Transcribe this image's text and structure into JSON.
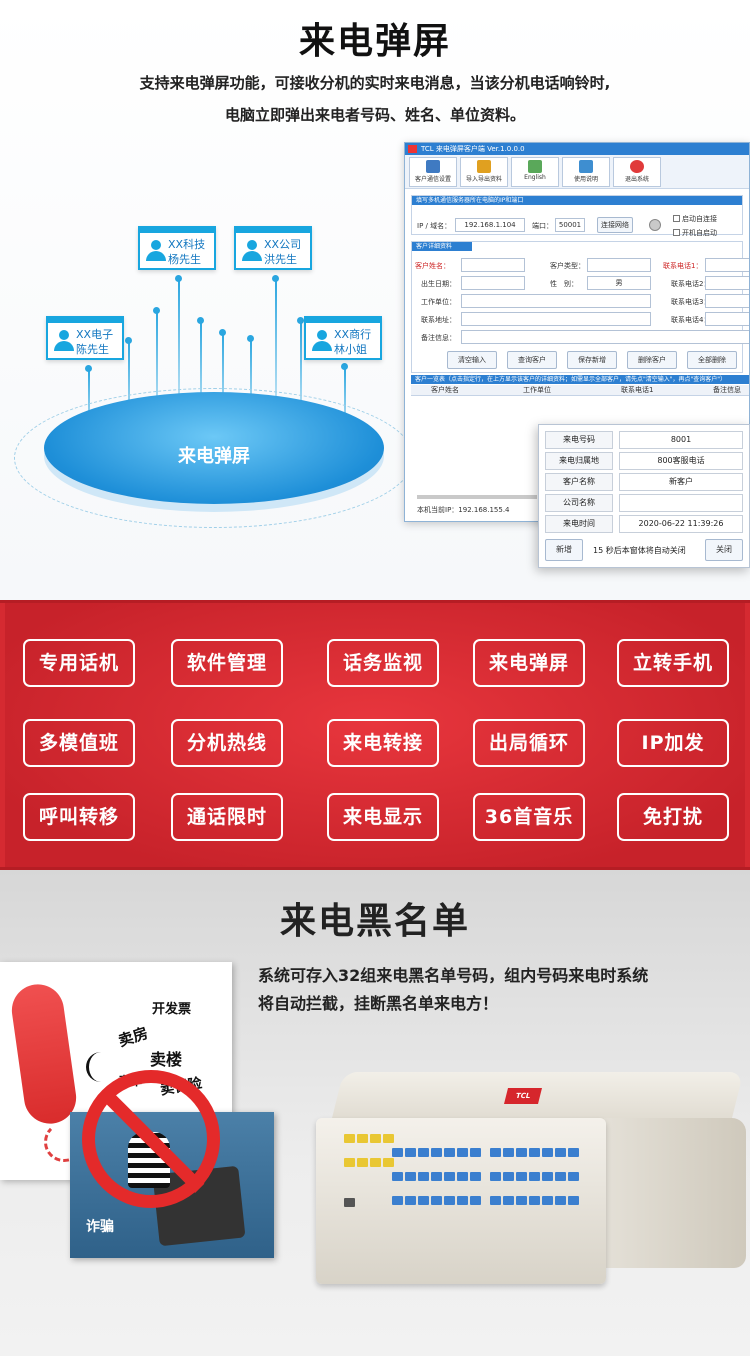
{
  "popup_section": {
    "title": "来电弹屏",
    "desc_line1": "支持来电弹屏功能，可接收分机的实时来电消息，当该分机电话响铃时,",
    "desc_line2": "电脑立即弹出来电者号码、姓名、单位资料。",
    "disc_label": "来电弹屏",
    "cards": [
      {
        "company": "XX电子",
        "person": "陈先生"
      },
      {
        "company": "XX科技",
        "person": "杨先生"
      },
      {
        "company": "XX公司",
        "person": "洪先生"
      },
      {
        "company": "XX商行",
        "person": "林小姐"
      }
    ]
  },
  "app": {
    "title": "TCL 来电弹屏客户端 Ver.1.0.0.0",
    "toolbar": [
      "客户通信设置",
      "导入导出资料",
      "English",
      "使用说明",
      "退出系统"
    ],
    "server_group": "填写多机通信服务器所在电脑的IP和端口",
    "ip_label": "IP / 域名：",
    "ip_value": "192.168.1.104",
    "port_label": "端口：",
    "port_value": "50001",
    "connect_button": "连接网络",
    "auto_connect": "启动自连接",
    "auto_start": "开机自启动",
    "detail_group": "客户详细资料",
    "fields": {
      "name": "客户姓名：",
      "birthday": "出生日期：",
      "company": "工作单位：",
      "address": "联系地址：",
      "note": "备注信息：",
      "type": "客户类型：",
      "gender": "性　别：",
      "gender_value": "男",
      "phone1": "联系电话1：",
      "phone2": "联系电话2：",
      "phone3": "联系电话3：",
      "phone4": "联系电话4："
    },
    "actions": [
      "清空输入",
      "查询客户",
      "保存新增",
      "删除客户",
      "全部删除"
    ],
    "list_bar": "客户一览表（点击指定行，在上方显示该客户的详细资料；如需显示全部客户，请先点\"清空输入\"，再点\"查询客户\"）",
    "list_headers": [
      "客户姓名",
      "工作单位",
      "联系电话1",
      "备注信息"
    ],
    "status": "本机当前IP：192.168.155.4"
  },
  "popup": {
    "rows": [
      {
        "k": "来电号码",
        "v": "8001"
      },
      {
        "k": "来电归属地",
        "v": "800客服电话"
      },
      {
        "k": "客户名称",
        "v": "新客户"
      },
      {
        "k": "公司名称",
        "v": ""
      },
      {
        "k": "来电时间",
        "v": "2020-06-22 11:39:26"
      }
    ],
    "new_button": "新增",
    "countdown": "15 秒后本窗体将自动关闭",
    "close_button": "关闭"
  },
  "features": [
    "专用话机",
    "软件管理",
    "话务监视",
    "来电弹屏",
    "立转手机",
    "多模值班",
    "分机热线",
    "来电转接",
    "出局循环",
    "IP加发",
    "呼叫转移",
    "通话限时",
    "来电显示",
    "36首音乐",
    "免打扰"
  ],
  "blacklist": {
    "title": "来电黑名单",
    "desc_line1": "系统可存入32组来电黑名单号码，组内号码来电时系统",
    "desc_line2": "将自动拦截，挂断黑名单来电方！",
    "poster_words": [
      "开发票",
      "卖房",
      "卖楼",
      "卖车",
      "卖保险"
    ],
    "scam_label": "诈骗",
    "device_logo": "TCL"
  },
  "colors": {
    "accent_blue": "#18a6df",
    "feature_red": "#d52a31",
    "ban_red": "#e42a2a"
  }
}
